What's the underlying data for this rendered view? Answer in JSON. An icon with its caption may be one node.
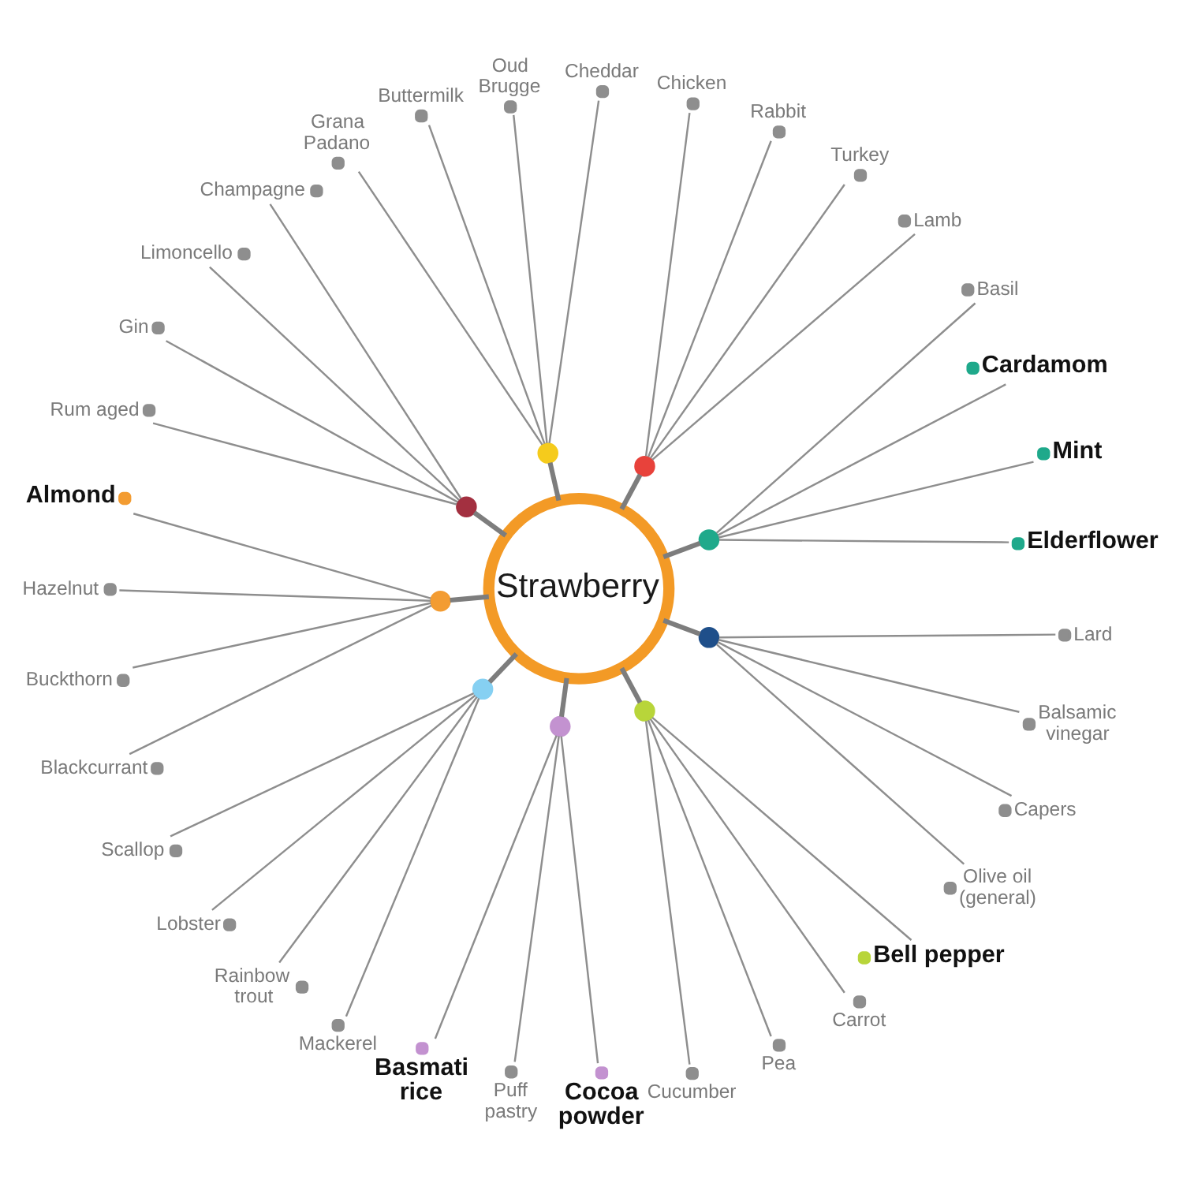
{
  "diagram": {
    "nodes": [
      {
        "text": [
          "Strawberry"
        ]
      },
      {
        "text": [],
        "shape": "circle"
      },
      {
        "text": [],
        "shape": "circle"
      },
      {
        "text": [],
        "shape": "circle"
      },
      {
        "text": [],
        "shape": "circle"
      },
      {
        "text": [],
        "shape": "circle"
      },
      {
        "text": [],
        "shape": "circle"
      },
      {
        "text": [],
        "shape": "circle"
      },
      {
        "text": [],
        "shape": "circle"
      },
      {
        "text": [],
        "shape": "circle"
      },
      {
        "text": [
          "Oud Brugge"
        ]
      },
      {
        "text": [
          "Cheddar"
        ]
      },
      {
        "text": [
          "Chicken"
        ]
      },
      {
        "text": [
          "Rabbit"
        ]
      },
      {
        "text": [
          "Turkey"
        ]
      },
      {
        "text": [
          "Lamb"
        ]
      },
      {
        "text": [
          "Basil"
        ]
      },
      {
        "text": [
          "Cardamom"
        ]
      },
      {
        "text": [
          "Mint"
        ]
      },
      {
        "text": [
          "Elderflower"
        ]
      },
      {
        "text": [
          "Lard"
        ]
      },
      {
        "text": [
          "Balsamic vinegar"
        ]
      },
      {
        "text": [
          "Capers"
        ]
      },
      {
        "text": [
          "Olive oil (general)"
        ]
      },
      {
        "text": [
          "Bell pepper"
        ]
      },
      {
        "text": [
          "Carrot"
        ]
      },
      {
        "text": [
          "Pea"
        ]
      },
      {
        "text": [
          "Cucumber"
        ]
      },
      {
        "text": [
          "Cocoa powder"
        ]
      },
      {
        "text": [
          "Puff pastry"
        ]
      },
      {
        "text": [
          "Basmati rice"
        ]
      },
      {
        "text": [
          "Mackerel"
        ]
      },
      {
        "text": [
          "Rainbow trout"
        ]
      },
      {
        "text": [
          "Lobster"
        ]
      },
      {
        "text": [
          "Scallop"
        ]
      },
      {
        "text": [
          "Blackcurrant"
        ]
      },
      {
        "text": [
          "Buckthorn"
        ]
      },
      {
        "text": [
          "Hazelnut"
        ]
      },
      {
        "text": [
          "Almond"
        ]
      },
      {
        "text": [
          "Rum aged"
        ]
      },
      {
        "text": [
          "Gin"
        ]
      },
      {
        "text": [
          "Limoncello"
        ]
      },
      {
        "text": [
          "Champagne"
        ]
      },
      {
        "text": [
          "Grana Padano"
        ]
      },
      {
        "text": [
          "Buttermilk"
        ]
      }
    ],
    "edges": [
      {
        "from": 0,
        "to": 3,
        "arrow": "none",
        "style": "thick"
      },
      {
        "from": 0,
        "to": 2,
        "arrow": "none",
        "style": "thick"
      },
      {
        "from": 0,
        "to": 1,
        "arrow": "none",
        "style": "thick"
      },
      {
        "from": 0,
        "to": 9,
        "arrow": "none",
        "style": "thick"
      },
      {
        "from": 0,
        "to": 8,
        "arrow": "none",
        "style": "thick"
      },
      {
        "from": 0,
        "to": 7,
        "arrow": "none",
        "style": "thick"
      },
      {
        "from": 0,
        "to": 6,
        "arrow": "none",
        "style": "thick"
      },
      {
        "from": 0,
        "to": 5,
        "arrow": "none",
        "style": "thick"
      },
      {
        "from": 0,
        "to": 4,
        "arrow": "none",
        "style": "thick"
      },
      {
        "from": 3,
        "to": 19,
        "arrow": "none"
      },
      {
        "from": 3,
        "to": 18,
        "arrow": "none"
      },
      {
        "from": 3,
        "to": 17,
        "arrow": "none"
      },
      {
        "from": 3,
        "to": 16,
        "arrow": "none"
      },
      {
        "from": 2,
        "to": 15,
        "arrow": "none"
      },
      {
        "from": 2,
        "to": 14,
        "arrow": "none"
      },
      {
        "from": 2,
        "to": 13,
        "arrow": "none"
      },
      {
        "from": 2,
        "to": 12,
        "arrow": "none"
      },
      {
        "from": 1,
        "to": 11,
        "arrow": "none"
      },
      {
        "from": 1,
        "to": 10,
        "arrow": "none"
      },
      {
        "from": 1,
        "to": 44,
        "arrow": "none"
      },
      {
        "from": 1,
        "to": 43,
        "arrow": "none"
      },
      {
        "from": 9,
        "to": 42,
        "arrow": "none"
      },
      {
        "from": 9,
        "to": 41,
        "arrow": "none"
      },
      {
        "from": 9,
        "to": 40,
        "arrow": "none"
      },
      {
        "from": 9,
        "to": 39,
        "arrow": "none"
      },
      {
        "from": 8,
        "to": 38,
        "arrow": "none"
      },
      {
        "from": 8,
        "to": 37,
        "arrow": "none"
      },
      {
        "from": 8,
        "to": 36,
        "arrow": "none"
      },
      {
        "from": 8,
        "to": 35,
        "arrow": "none"
      },
      {
        "from": 7,
        "to": 34,
        "arrow": "none"
      },
      {
        "from": 7,
        "to": 33,
        "arrow": "none"
      },
      {
        "from": 7,
        "to": 32,
        "arrow": "none"
      },
      {
        "from": 7,
        "to": 31,
        "arrow": "none"
      },
      {
        "from": 6,
        "to": 30,
        "arrow": "none"
      },
      {
        "from": 6,
        "to": 29,
        "arrow": "none"
      },
      {
        "from": 6,
        "to": 28,
        "arrow": "none"
      },
      {
        "from": 5,
        "to": 27,
        "arrow": "none"
      },
      {
        "from": 5,
        "to": 26,
        "arrow": "none"
      },
      {
        "from": 5,
        "to": 25,
        "arrow": "none"
      },
      {
        "from": 5,
        "to": 24,
        "arrow": "none"
      },
      {
        "from": 4,
        "to": 23,
        "arrow": "none"
      },
      {
        "from": 4,
        "to": 22,
        "arrow": "none"
      },
      {
        "from": 4,
        "to": 21,
        "arrow": "none"
      },
      {
        "from": 4,
        "to": 20,
        "arrow": "none"
      }
    ]
  }
}
